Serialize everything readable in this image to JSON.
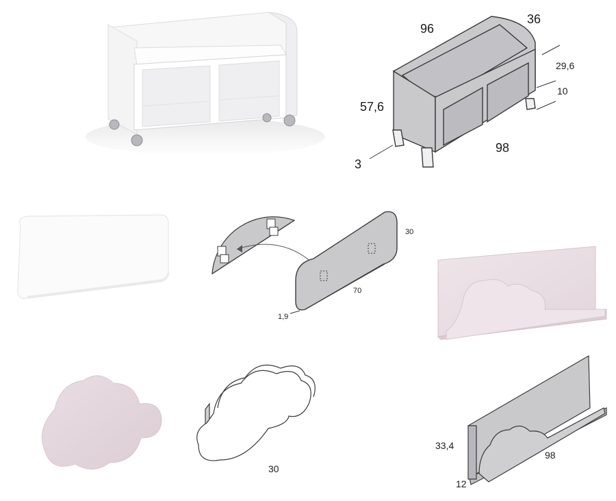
{
  "colors": {
    "render_white": "#fbfbfb",
    "render_shade": "#e6e6e8",
    "line_gray": "#c9c9cc",
    "pink": "#e8dde2",
    "pink_shade": "#d9ccd3",
    "outline": "#3a3a3a"
  },
  "bench": {
    "dim_top_width": "96",
    "dim_depth": "36",
    "dim_back_height": "29,6",
    "dim_leg_height": "10",
    "dim_total_height": "57,6",
    "dim_front_width": "98",
    "dim_leg": "3"
  },
  "panel": {
    "dim_height": "30",
    "dim_width": "70",
    "dim_thickness": "1,9"
  },
  "cloud": {
    "dim_size": "30"
  },
  "shelf": {
    "dim_height": "33,4",
    "dim_length": "98",
    "dim_depth": "12"
  }
}
